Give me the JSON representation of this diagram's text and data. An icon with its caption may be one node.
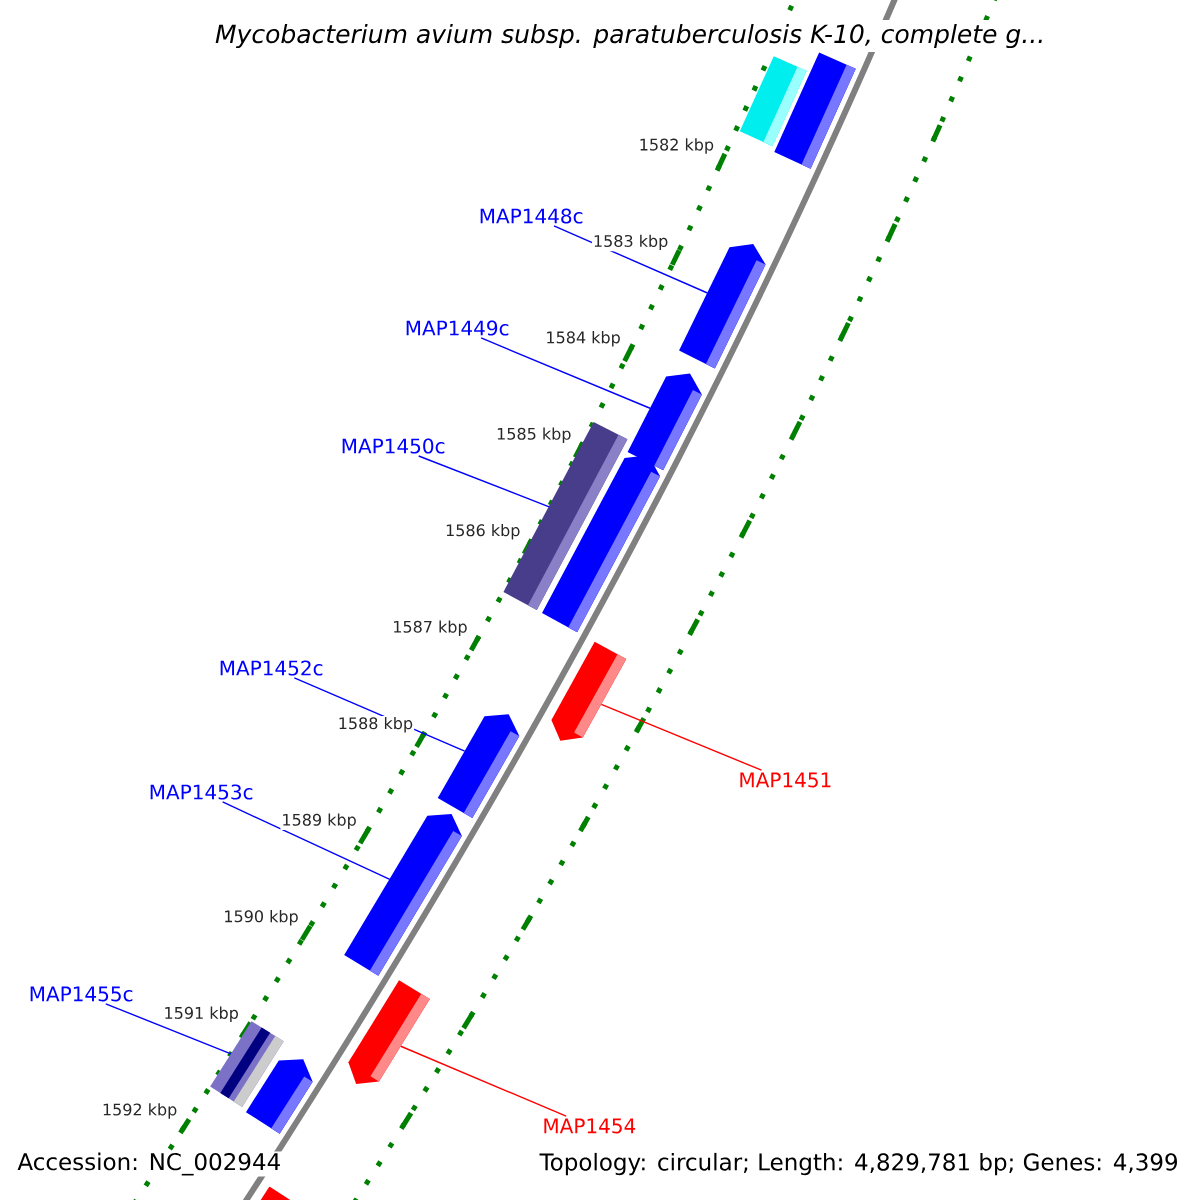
{
  "diagram": {
    "title": "Mycobacterium avium subsp. paratuberculosis K-10, complete g...",
    "nodes": [
      {
        "text": [],
        "shape": "bar"
      },
      {
        "text": [],
        "shape": "bar"
      },
      {
        "text": [],
        "shape": "bar"
      },
      {
        "text": [],
        "shape": "bar"
      },
      {
        "text": [],
        "shape": "bar"
      },
      {
        "text": [],
        "shape": "bar"
      },
      {
        "text": [],
        "shape": "bar"
      },
      {
        "text": [],
        "shape": "bar"
      },
      {
        "text": [],
        "shape": "bar"
      },
      {
        "text": [],
        "shape": "bar"
      },
      {
        "text": [],
        "shape": "bar"
      },
      {
        "text": [],
        "shape": "bar"
      },
      {
        "text": [],
        "shape": "bar"
      },
      {
        "text": [
          "MAP1448c"
        ]
      },
      {
        "text": [
          "MAP1449c"
        ]
      },
      {
        "text": [
          "MAP1450c"
        ]
      },
      {
        "text": [
          "MAP1452c"
        ]
      },
      {
        "text": [
          "MAP1451"
        ]
      },
      {
        "text": [
          "MAP1453c"
        ]
      },
      {
        "text": [
          "MAP1455c"
        ]
      },
      {
        "text": [
          "MAP1454"
        ]
      }
    ],
    "edges": [
      {
        "from": 13,
        "to": 2,
        "arrow": "none"
      },
      {
        "from": 14,
        "to": 3,
        "arrow": "none"
      },
      {
        "from": 15,
        "to": 4,
        "arrow": "none"
      },
      {
        "from": 16,
        "to": 7,
        "arrow": "none"
      },
      {
        "from": 17,
        "to": 6,
        "arrow": "none",
        "color": "#ff0000"
      },
      {
        "from": 18,
        "to": 8,
        "arrow": "none"
      },
      {
        "from": 19,
        "to": 10,
        "arrow": "none"
      },
      {
        "from": 20,
        "to": 9,
        "arrow": "none",
        "color": "#ff0000"
      }
    ],
    "labels": [
      "1582 kbp",
      "1583 kbp",
      "1584 kbp",
      "1585 kbp",
      "1586 kbp",
      "1587 kbp",
      "1588 kbp",
      "1589 kbp",
      "1590 kbp",
      "1591 kbp",
      "1592 kbp",
      "Accession: NC_002944",
      "Topology: circular; Length: 4,829,781 bp; Genes: 4,399"
    ]
  }
}
